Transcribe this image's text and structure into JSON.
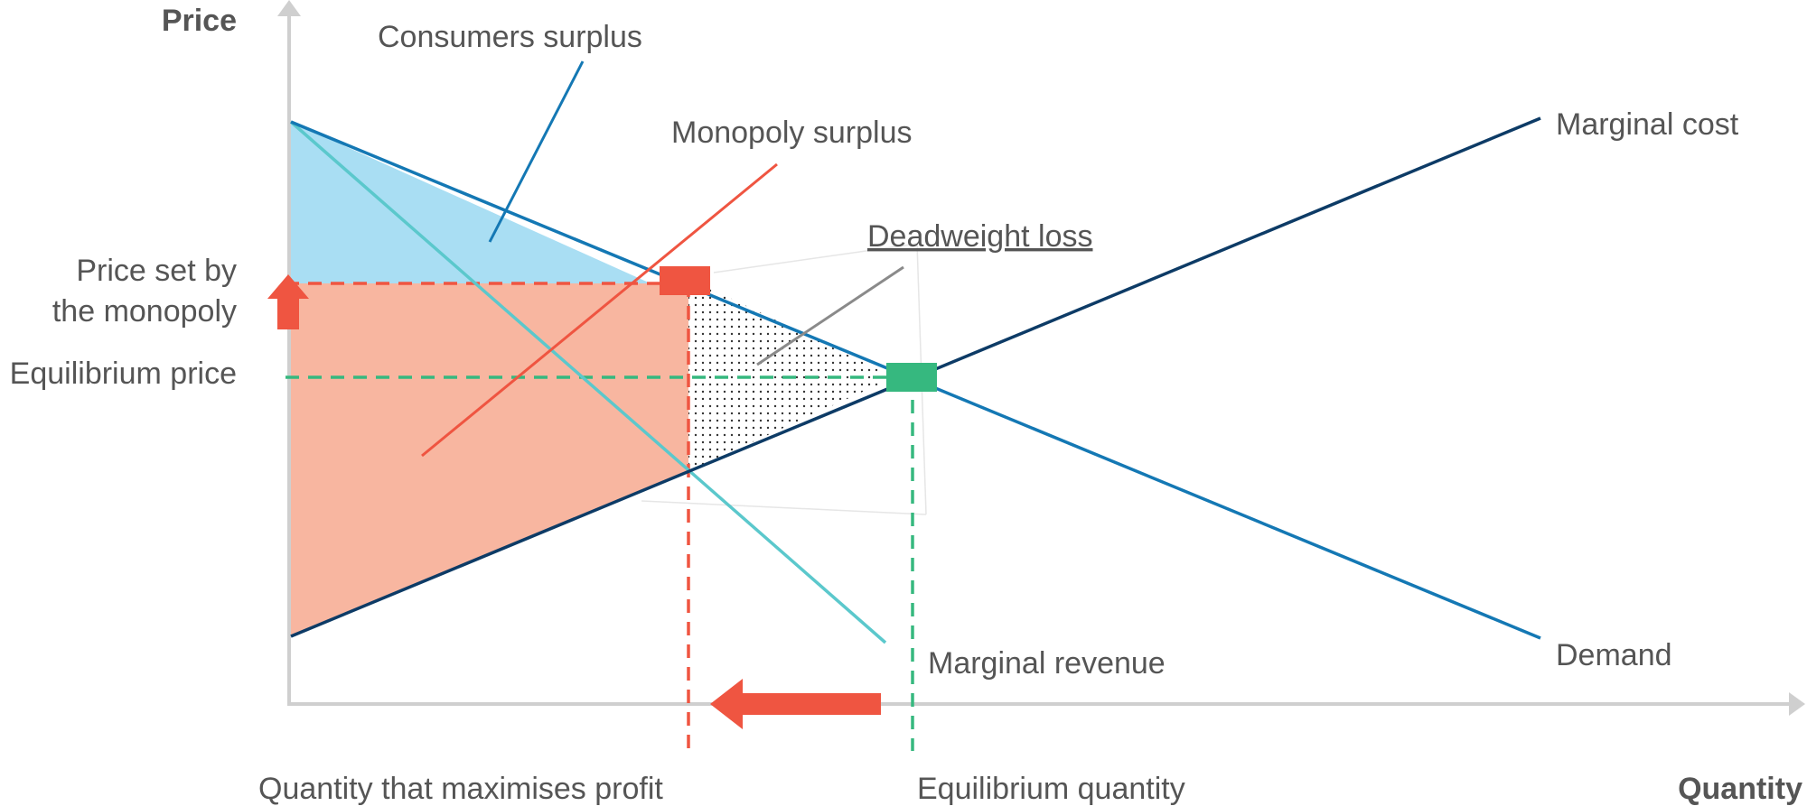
{
  "axes": {
    "y_title": "Price",
    "x_title": "Quantity"
  },
  "curves": {
    "marginal_cost": "Marginal cost",
    "demand": "Demand",
    "marginal_revenue": "Marginal revenue"
  },
  "areas": {
    "consumers_surplus": "Consumers surplus",
    "monopoly_surplus": "Monopoly surplus",
    "deadweight_loss": "Deadweight loss"
  },
  "price_labels": {
    "monopoly_price_line1": "Price set by",
    "monopoly_price_line2": "the monopoly",
    "equilibrium_price": "Equilibrium price"
  },
  "quantity_labels": {
    "profit_max_quantity": "Quantity that maximises profit",
    "equilibrium_quantity": "Equilibrium quantity"
  },
  "colors": {
    "axis": "#cfcfcf",
    "text": "#555555",
    "demand": "#1478b4",
    "marginal_cost": "#0d3b66",
    "marginal_revenue": "#5bc8cc",
    "consumers_surplus_fill": "#a9def3",
    "monopoly_surplus_fill": "#f8b6a0",
    "monopoly_accent": "#ef5541",
    "equilibrium_accent": "#36b87f",
    "deadweight_pointer": "#8a8a8a"
  }
}
